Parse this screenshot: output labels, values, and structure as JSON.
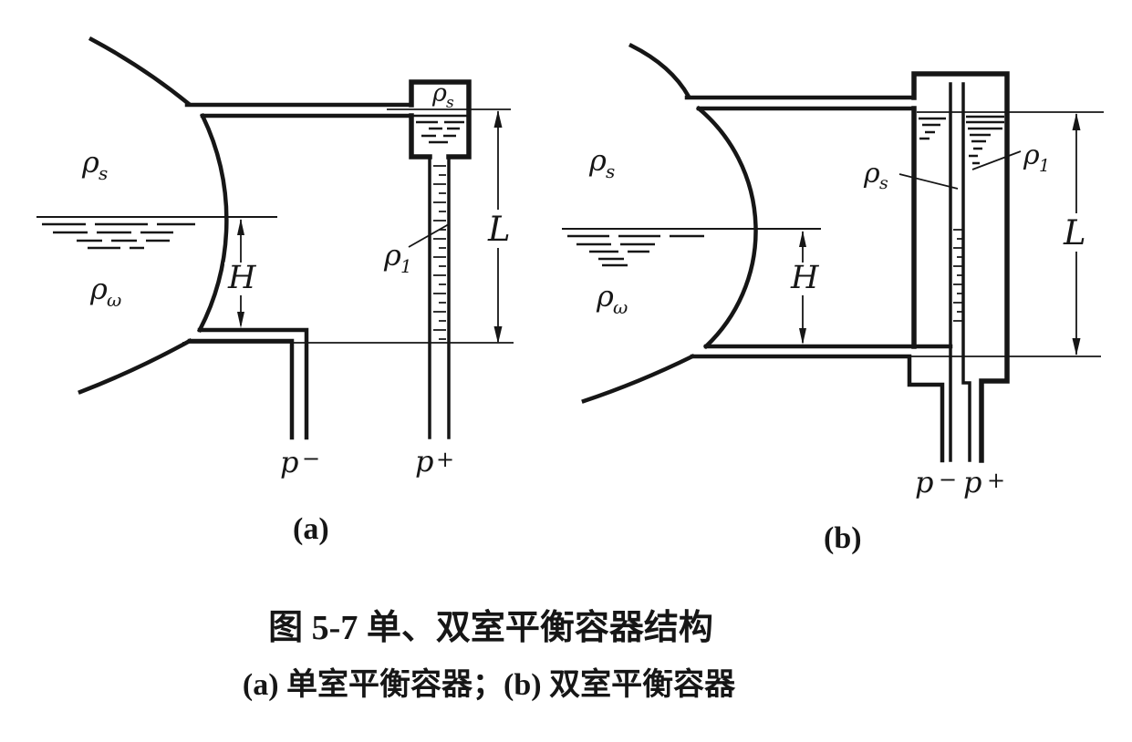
{
  "colors": {
    "ink": "#161616",
    "paper": "#ffffff"
  },
  "caption": {
    "title": "图 5-7  单、双室平衡容器结构",
    "subtitle": "(a) 单室平衡容器；(b) 双室平衡容器"
  },
  "diagram_a": {
    "tag": "(a)",
    "labels": {
      "drum_steam": {
        "base": "ρ",
        "sub": "s"
      },
      "drum_water": {
        "base": "ρ",
        "sub": "ω"
      },
      "vessel_steam": {
        "base": "ρ",
        "sub": "s"
      },
      "tube_liquid": {
        "base": "ρ",
        "sub": "1"
      },
      "height": "H",
      "length": "L",
      "pressure_low": {
        "base": "p",
        "sub": "−"
      },
      "pressure_high": {
        "base": "p",
        "sub": "+"
      }
    }
  },
  "diagram_b": {
    "tag": "(b)",
    "labels": {
      "drum_steam": {
        "base": "ρ",
        "sub": "s"
      },
      "drum_water": {
        "base": "ρ",
        "sub": "ω"
      },
      "chamber_steam": {
        "base": "ρ",
        "sub": "s"
      },
      "chamber_liquid": {
        "base": "ρ",
        "sub": "1"
      },
      "height": "H",
      "length": "L",
      "pressure_low": {
        "base": "p",
        "sub": "−"
      },
      "pressure_high": {
        "base": "p",
        "sub": "+"
      }
    }
  }
}
